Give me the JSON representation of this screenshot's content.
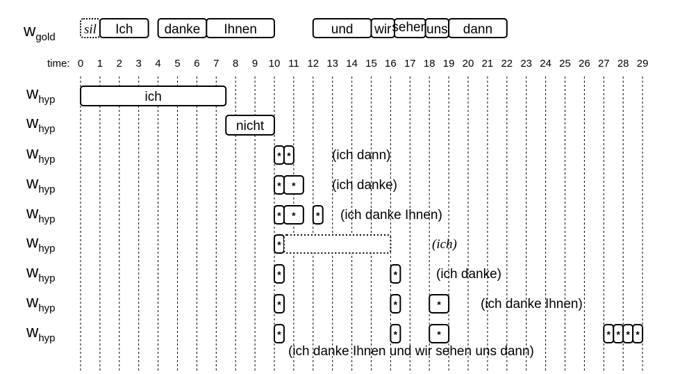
{
  "gold_label": {
    "main": "w",
    "sub": "gold"
  },
  "hyp_label": {
    "main": "w",
    "sub": "hyp"
  },
  "time_label": "time:",
  "time_ticks": [
    "0",
    "1",
    "2",
    "3",
    "4",
    "5",
    "6",
    "7",
    "8",
    "9",
    "10",
    "11",
    "12",
    "13",
    "14",
    "15",
    "16",
    "17",
    "18",
    "19",
    "20",
    "21",
    "22",
    "23",
    "24",
    "25",
    "26",
    "27",
    "28",
    "29"
  ],
  "gold_words": [
    {
      "text": "sil",
      "start": 0,
      "end": 1,
      "style": "sil"
    },
    {
      "text": "Ich",
      "start": 1,
      "end": 3.5
    },
    {
      "text": "danke",
      "start": 4,
      "end": 6.5
    },
    {
      "text": "Ihnen",
      "start": 6.5,
      "end": 10
    },
    {
      "text": "und",
      "start": 12,
      "end": 15
    },
    {
      "text": "wir",
      "start": 15,
      "end": 16.2
    },
    {
      "text": "sehen",
      "start": 16.2,
      "end": 17.8,
      "small": true
    },
    {
      "text": "uns",
      "start": 17.8,
      "end": 19
    },
    {
      "text": "dann",
      "start": 19,
      "end": 22
    }
  ],
  "hyp_rows": [
    {
      "boxes": [
        {
          "text": "ich",
          "start": 0,
          "end": 7.5
        }
      ],
      "note": ""
    },
    {
      "boxes": [
        {
          "text": "nicht",
          "start": 7.5,
          "end": 10
        }
      ],
      "note": ""
    },
    {
      "boxes": [
        {
          "text": "*",
          "start": 10,
          "end": 10.5
        },
        {
          "text": "*",
          "start": 10.5,
          "end": 11
        }
      ],
      "note": "(ich dann)"
    },
    {
      "boxes": [
        {
          "text": "*",
          "start": 10,
          "end": 10.5
        },
        {
          "text": "*",
          "start": 10.5,
          "end": 11.5
        }
      ],
      "note": "(ich danke)"
    },
    {
      "boxes": [
        {
          "text": "*",
          "start": 10,
          "end": 10.5
        },
        {
          "text": "*",
          "start": 10.5,
          "end": 11.5
        },
        {
          "text": "*",
          "start": 12,
          "end": 12.5
        }
      ],
      "note": "(ich danke Ihnen)"
    },
    {
      "boxes": [
        {
          "text": "*",
          "start": 10,
          "end": 10.5
        },
        {
          "text": "",
          "start": 10.5,
          "end": 16,
          "style": "dotted"
        }
      ],
      "note": "(ich)",
      "note_italic": true
    },
    {
      "boxes": [
        {
          "text": "*",
          "start": 10,
          "end": 10.5
        },
        {
          "text": "*",
          "start": 16,
          "end": 16.5
        }
      ],
      "note": "(ich danke)"
    },
    {
      "boxes": [
        {
          "text": "*",
          "start": 10,
          "end": 10.5
        },
        {
          "text": "*",
          "start": 16,
          "end": 16.5
        },
        {
          "text": "*",
          "start": 18,
          "end": 19
        }
      ],
      "note": "(ich danke Ihnen)"
    },
    {
      "boxes": [
        {
          "text": "*",
          "start": 10,
          "end": 10.5
        },
        {
          "text": "*",
          "start": 16,
          "end": 16.5
        },
        {
          "text": "*",
          "start": 18,
          "end": 19
        },
        {
          "text": "*",
          "start": 27,
          "end": 27.5
        },
        {
          "text": "*",
          "start": 27.5,
          "end": 28
        },
        {
          "text": "*",
          "start": 28,
          "end": 28.5
        },
        {
          "text": "*",
          "start": 28.5,
          "end": 29
        }
      ],
      "note": ""
    }
  ],
  "final_note": "(ich danke Ihnen und wir sehen uns dann)"
}
